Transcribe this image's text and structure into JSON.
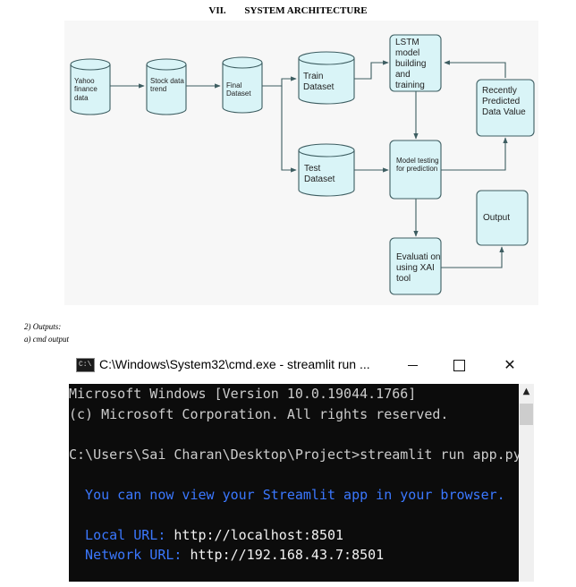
{
  "section": {
    "number": "VII.",
    "title": "SYSTEM ARCHITECTURE"
  },
  "diagram": {
    "nodes": {
      "yahoo": "Yahoo finance data",
      "stock": "Stock data trend",
      "final": "Final Dataset",
      "train": "Train Dataset",
      "test": "Test Dataset",
      "lstm": "LSTM model building and training",
      "model_testing": "Model testing for prediction",
      "recent": "Recently Predicted Data Value",
      "evaluation": "Evaluati on using XAI tool",
      "output": "Output"
    }
  },
  "captions": {
    "outputs": "2)   Outputs:",
    "cmd_output": "a)   cmd output"
  },
  "cmd_window": {
    "title": "C:\\Windows\\System32\\cmd.exe - streamlit  run ...",
    "icon_text": "C:\\",
    "lines": {
      "l1": "Microsoft Windows [Version 10.0.19044.1766]",
      "l2": "(c) Microsoft Corporation. All rights reserved.",
      "l3": "C:\\Users\\Sai Charan\\Desktop\\Project>streamlit run app.py",
      "l4": "  You can now view your Streamlit app in your browser.",
      "local_label": "  Local URL: ",
      "local_value": "http://localhost:8501",
      "network_label": "  Network URL: ",
      "network_value": "http://192.168.43.7:8501"
    }
  }
}
